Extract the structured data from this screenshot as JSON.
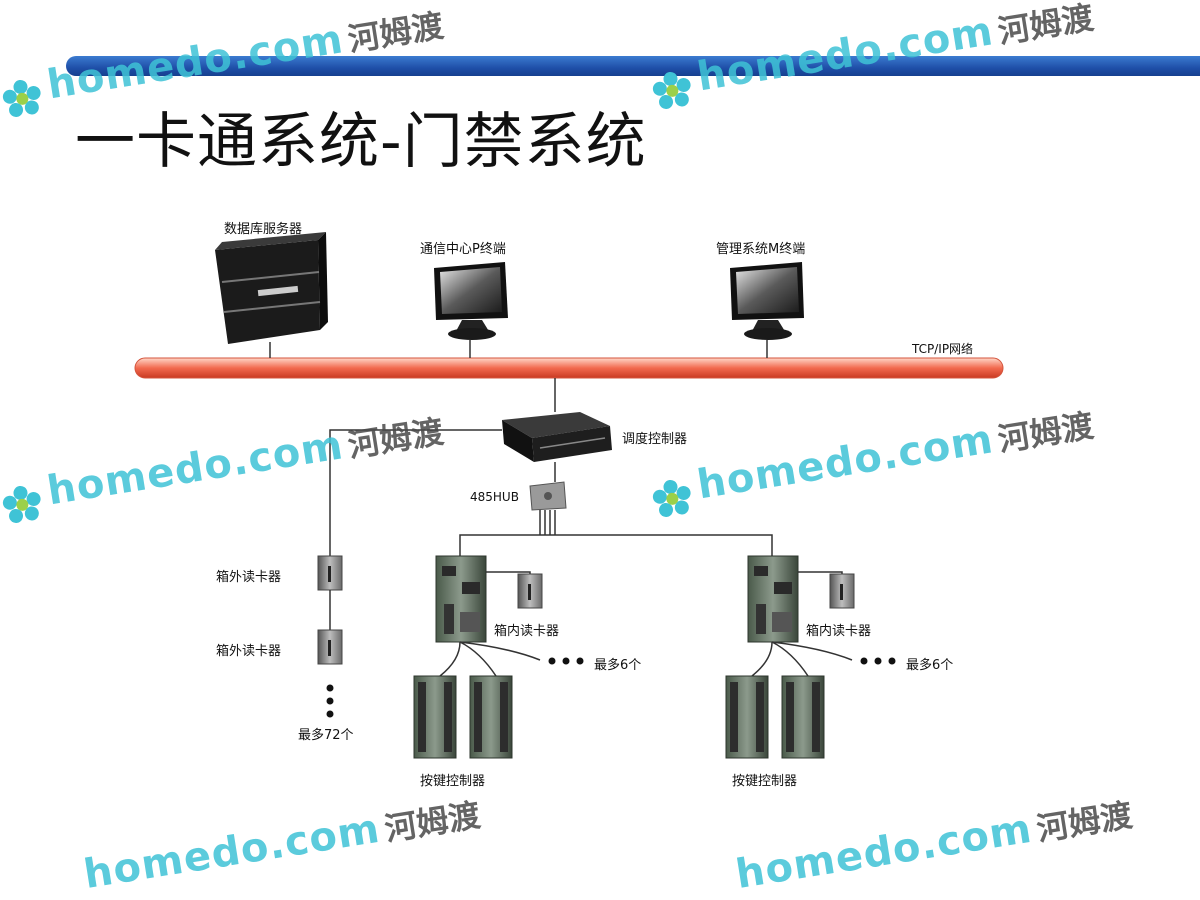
{
  "page": {
    "title": "一卡通系统-门禁系统"
  },
  "watermarks": [
    {
      "brand": "homedo.com",
      "cn": "河姆渡"
    },
    {
      "brand": "homedo.com",
      "cn": "河姆渡"
    },
    {
      "brand": "homedo.com",
      "cn": "河姆渡"
    },
    {
      "brand": "homedo.com",
      "cn": "河姆渡"
    },
    {
      "brand": "homedo.com",
      "cn": "河姆渡"
    },
    {
      "brand": "homedo.com",
      "cn": "河姆渡"
    }
  ],
  "diagram": {
    "nodes": {
      "db_server": "数据库服务器",
      "comm_terminal": "通信中心P终端",
      "mgmt_terminal": "管理系统M终端",
      "network": "TCP/IP网络",
      "dispatch_controller": "调度控制器",
      "hub": "485HUB",
      "outer_reader_1": "箱外读卡器",
      "outer_reader_2": "箱外读卡器",
      "outer_max": "最多72个",
      "inner_reader_left": "箱内读卡器",
      "inner_reader_right": "箱内读卡器",
      "max_left": "最多6个",
      "max_right": "最多6个",
      "key_ctrl_left": "按键控制器",
      "key_ctrl_right": "按键控制器"
    },
    "colors": {
      "network_line": "#f26a4f",
      "title_bar": "#1f4fa8",
      "watermark_brand": "#3fc3d6"
    }
  }
}
